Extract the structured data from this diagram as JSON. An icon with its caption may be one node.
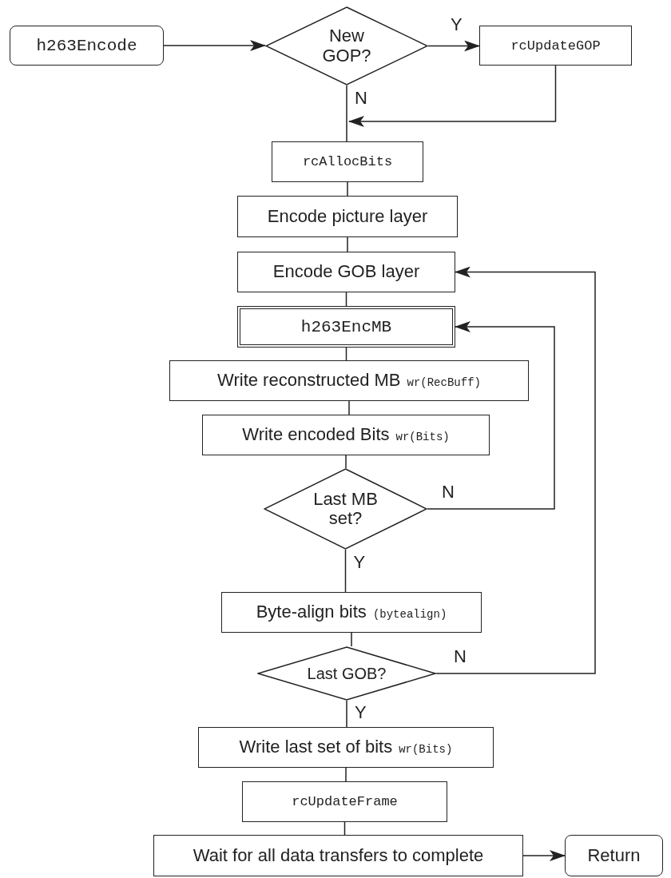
{
  "diagram": {
    "nodes": [
      {
        "text": [
          "h263Encode"
        ]
      },
      {
        "text": [
          "New GOP?"
        ]
      },
      {
        "text": [
          "rcUpdateGOP"
        ]
      },
      {
        "text": [
          "rcAllocBits"
        ]
      },
      {
        "text": [
          "Encode picture layer"
        ]
      },
      {
        "text": [
          "Encode GOB layer"
        ]
      },
      {
        "text": [
          "h263EncMB"
        ]
      },
      {
        "text": [
          "Write reconstructed MB",
          "wr(RecBuff)"
        ]
      },
      {
        "text": [
          "Write encoded Bits",
          "wr(Bits)"
        ]
      },
      {
        "text": [
          "Last MB set?"
        ]
      },
      {
        "text": [
          "Byte-align bits",
          "(bytealign)"
        ]
      },
      {
        "text": [
          "Last GOB?"
        ]
      },
      {
        "text": [
          "Write last set of bits",
          "wr(Bits)"
        ]
      },
      {
        "text": [
          "rcUpdateFrame"
        ]
      },
      {
        "text": [
          "Wait for all data transfers to complete"
        ]
      },
      {
        "text": [
          "Return"
        ]
      }
    ],
    "edges": [
      {
        "from": 0,
        "to": 1,
        "arrow": "to"
      },
      {
        "from": 1,
        "to": 2,
        "arrow": "to",
        "label": "Y"
      },
      {
        "from": 1,
        "to": 3,
        "arrow": "none",
        "label": "N"
      },
      {
        "from": 2,
        "to": 3,
        "arrow": "to"
      },
      {
        "from": 3,
        "to": 4,
        "arrow": "none"
      },
      {
        "from": 4,
        "to": 5,
        "arrow": "none"
      },
      {
        "from": 5,
        "to": 6,
        "arrow": "none"
      },
      {
        "from": 6,
        "to": 7,
        "arrow": "none"
      },
      {
        "from": 7,
        "to": 8,
        "arrow": "none"
      },
      {
        "from": 8,
        "to": 9,
        "arrow": "none"
      },
      {
        "from": 9,
        "to": 6,
        "arrow": "to",
        "label": "N"
      },
      {
        "from": 9,
        "to": 10,
        "arrow": "none",
        "label": "Y"
      },
      {
        "from": 10,
        "to": 11,
        "arrow": "none"
      },
      {
        "from": 11,
        "to": 5,
        "arrow": "to",
        "label": "N"
      },
      {
        "from": 11,
        "to": 12,
        "arrow": "none",
        "label": "Y"
      },
      {
        "from": 12,
        "to": 13,
        "arrow": "none"
      },
      {
        "from": 13,
        "to": 14,
        "arrow": "none"
      },
      {
        "from": 14,
        "to": 15,
        "arrow": "to"
      }
    ]
  }
}
